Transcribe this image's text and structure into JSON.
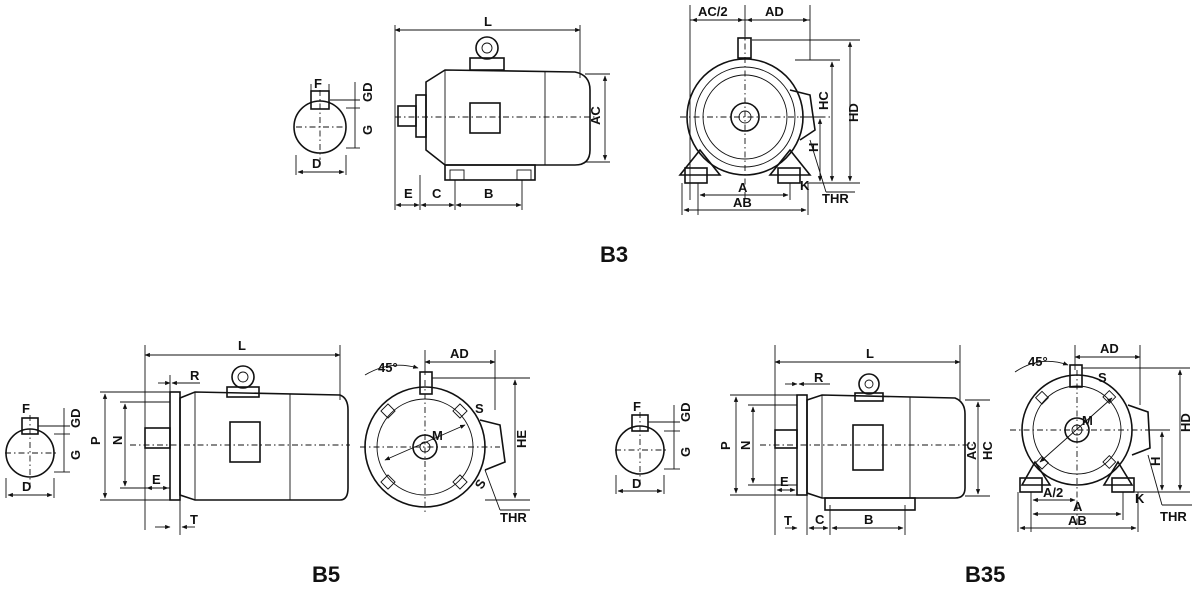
{
  "views": {
    "b3": {
      "title": "B3",
      "shaft": {
        "f": "F",
        "gd": "GD",
        "g": "G",
        "d": "D"
      },
      "side": {
        "l": "L",
        "ac": "AC",
        "e": "E",
        "c": "C",
        "b": "B"
      },
      "front": {
        "ac_half": "AC/2",
        "ad": "AD",
        "hc": "HC",
        "hd": "HD",
        "h": "H",
        "a": "A",
        "ab": "AB",
        "k": "K",
        "thr": "THR"
      }
    },
    "b5": {
      "title": "B5",
      "shaft": {
        "f": "F",
        "gd": "GD",
        "g": "G",
        "d": "D"
      },
      "side": {
        "l": "L",
        "r": "R",
        "p": "P",
        "n": "N",
        "e": "E",
        "t": "T"
      },
      "front": {
        "angle": "45°",
        "ad": "AD",
        "s": "S",
        "m": "M",
        "he": "HE",
        "s2": "S",
        "thr": "THR"
      }
    },
    "b35": {
      "title": "B35",
      "shaft": {
        "f": "F",
        "gd": "GD",
        "g": "G",
        "d": "D"
      },
      "side": {
        "l": "L",
        "r": "R",
        "p": "P",
        "n": "N",
        "ac": "AC",
        "hc": "HC",
        "e": "E",
        "t": "T",
        "c": "C",
        "b": "B"
      },
      "front": {
        "angle": "45°",
        "ad": "AD",
        "s": "S",
        "m": "M",
        "hd": "HD",
        "h": "H",
        "a_half": "A/2",
        "a": "A",
        "ab": "AB",
        "k": "K",
        "thr": "THR"
      }
    }
  }
}
